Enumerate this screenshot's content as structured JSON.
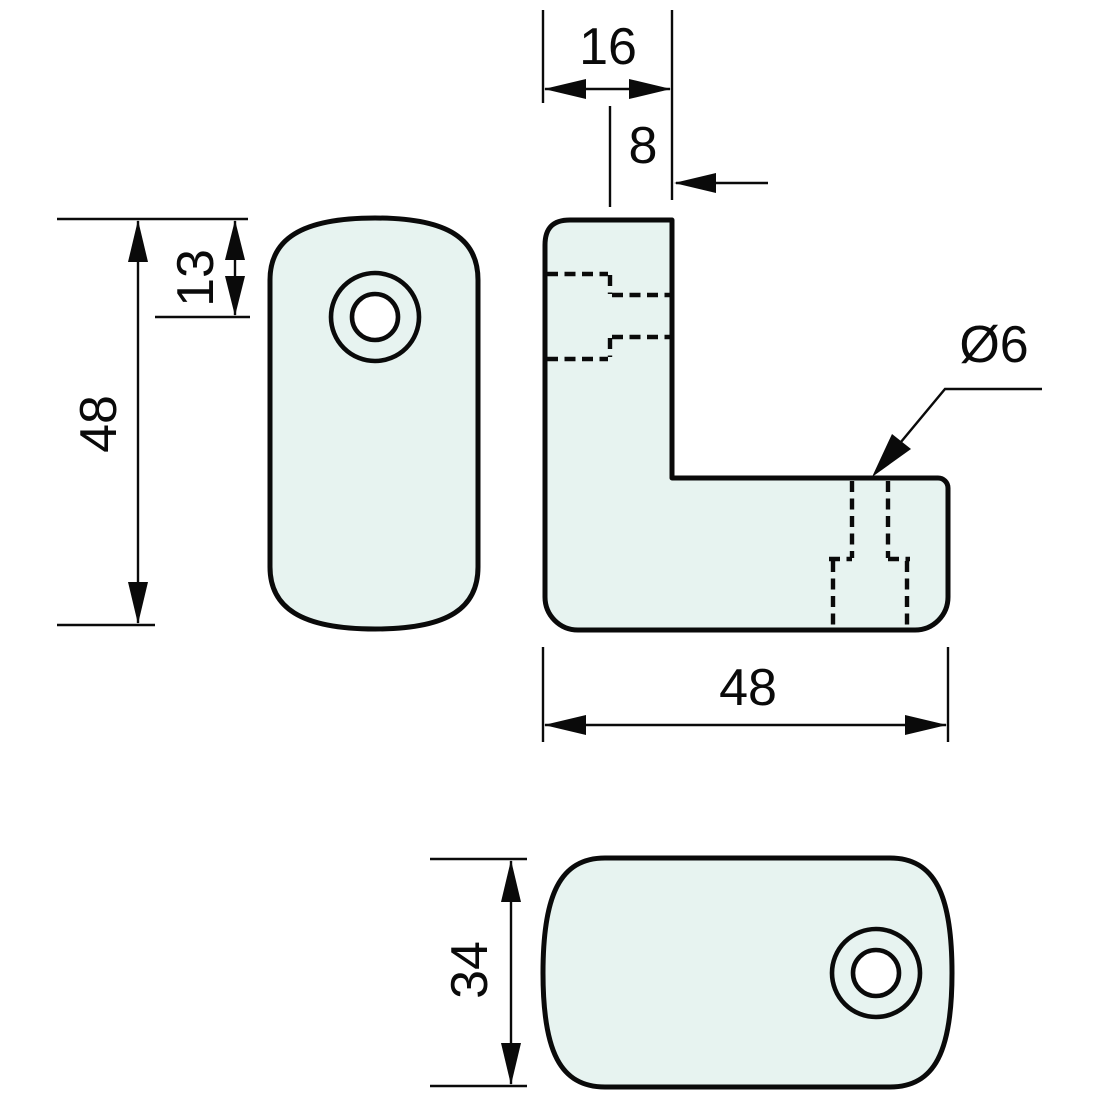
{
  "colors": {
    "part_fill": "#e7f3f0",
    "line": "#0a0a0a",
    "background": "#ffffff"
  },
  "labels": {
    "front_height": "48",
    "front_hole_offset": "13",
    "side_top_width": "16",
    "side_edge_to_hole": "8",
    "hole_diameter": "Ø6",
    "side_bottom_length": "48",
    "bottom_depth": "34"
  }
}
